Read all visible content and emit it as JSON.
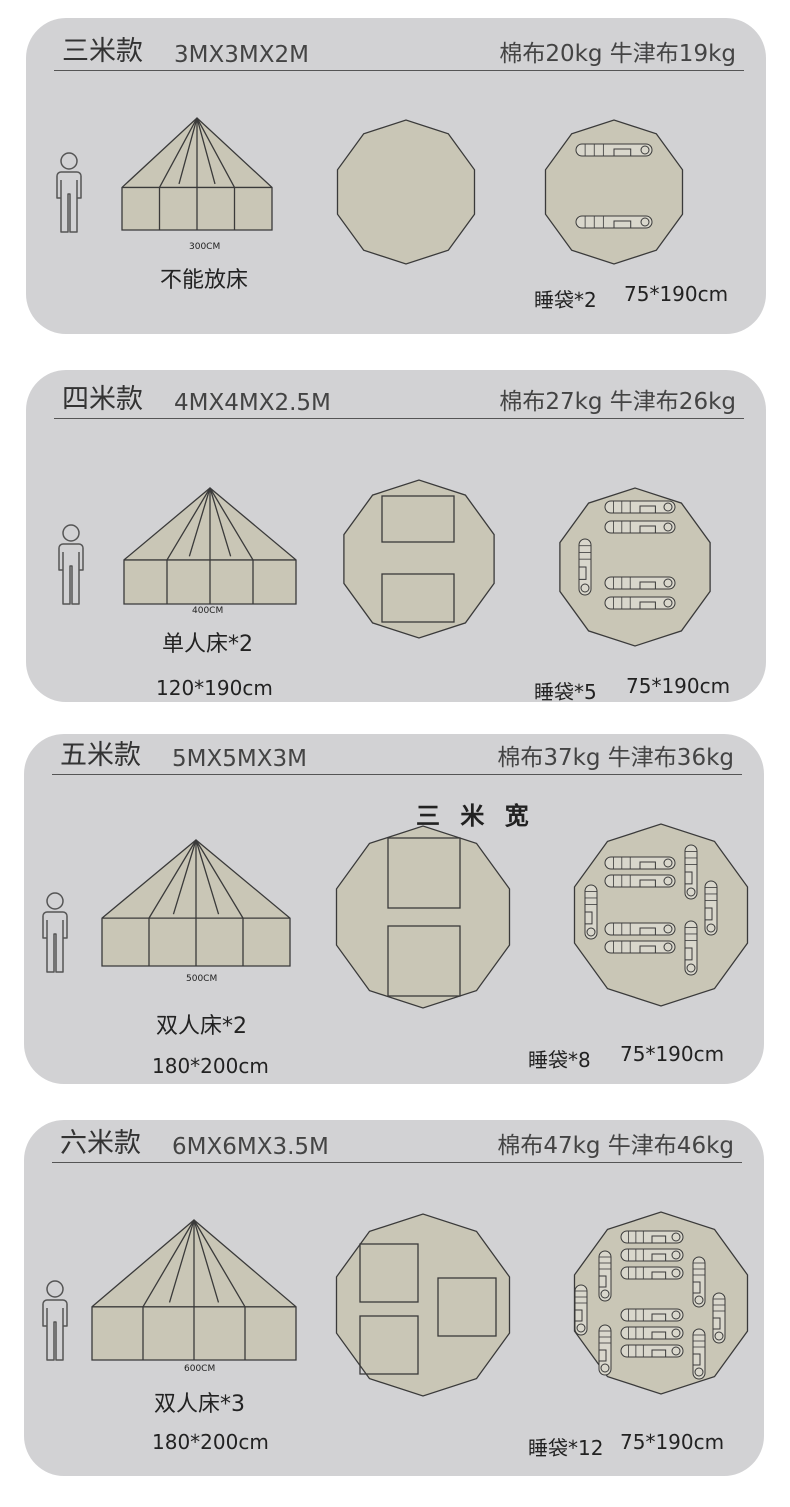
{
  "colors": {
    "card_bg": "#d2d2d4",
    "tent_fill": "#c9c6b6",
    "tent_stroke": "#3a3a3a"
  },
  "cards": [
    {
      "model": "三米款",
      "dims": "3MX3MX2M",
      "weight": "棉布20kg 牛津布19kg",
      "tent_width_label": "300CM",
      "bed_label": "不能放床",
      "bed_size": "",
      "bag_label": "睡袋*2",
      "bag_size": "75*190cm",
      "bag_count": 2,
      "bed_count": 0
    },
    {
      "model": "四米款",
      "dims": "4MX4MX2.5M",
      "weight": "棉布27kg 牛津布26kg",
      "tent_width_label": "400CM",
      "bed_label": "单人床*2",
      "bed_size": "120*190cm",
      "bag_label": "睡袋*5",
      "bag_size": "75*190cm",
      "bag_count": 5,
      "bed_count": 2
    },
    {
      "model": "五米款",
      "dims": "5MX5MX3M",
      "weight": "棉布37kg 牛津布36kg",
      "tent_width_label": "500CM",
      "bed_label": "双人床*2",
      "bed_size": "180*200cm",
      "bag_label": "睡袋*8",
      "bag_size": "75*190cm",
      "bag_count": 8,
      "bed_count": 2,
      "width_note": "三 米 宽"
    },
    {
      "model": "六米款",
      "dims": "6MX6MX3.5M",
      "weight": "棉布47kg 牛津布46kg",
      "tent_width_label": "600CM",
      "bed_label": "双人床*3",
      "bed_size": "180*200cm",
      "bag_label": "睡袋*12",
      "bag_size": "75*190cm",
      "bag_count": 12,
      "bed_count": 3
    }
  ],
  "icons": [
    "person-icon",
    "tent-side-icon",
    "tent-floor-beds-icon",
    "tent-floor-sleeping-bags-icon",
    "sleeping-bag-icon"
  ]
}
